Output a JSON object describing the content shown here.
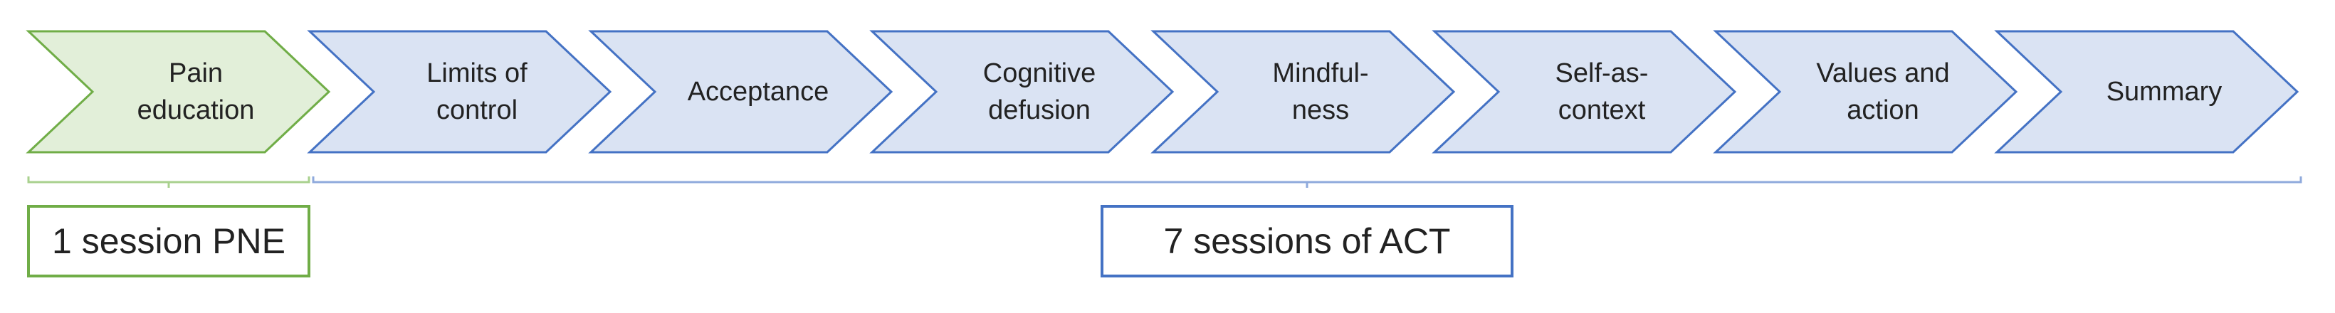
{
  "colors": {
    "pne_fill": "#E2EFD9",
    "pne_stroke": "#70AD47",
    "act_fill": "#DAE3F3",
    "act_stroke": "#4472C4",
    "bracket_pne": "#A9D18E",
    "bracket_act": "#8FAADC"
  },
  "steps": [
    {
      "lines": [
        "Pain",
        "education"
      ],
      "group": "pne"
    },
    {
      "lines": [
        "Limits of",
        "control"
      ],
      "group": "act"
    },
    {
      "lines": [
        "Acceptance"
      ],
      "group": "act"
    },
    {
      "lines": [
        "Cognitive",
        "defusion"
      ],
      "group": "act"
    },
    {
      "lines": [
        "Mindful-",
        "ness"
      ],
      "group": "act"
    },
    {
      "lines": [
        "Self-as-",
        "context"
      ],
      "group": "act"
    },
    {
      "lines": [
        "Values and",
        "action"
      ],
      "group": "act"
    },
    {
      "lines": [
        "Summary"
      ],
      "group": "act"
    }
  ],
  "groups": {
    "pne": {
      "label": "1 session PNE"
    },
    "act": {
      "label": "7 sessions of ACT"
    }
  }
}
